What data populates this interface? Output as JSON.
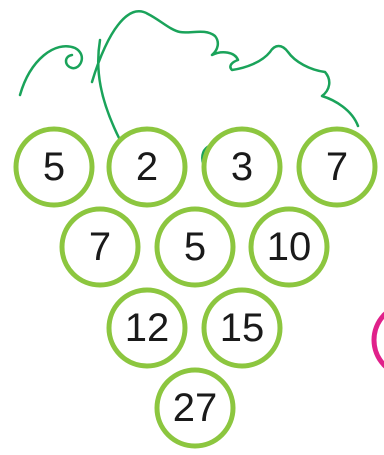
{
  "grapes": [
    {
      "id": "r1c1",
      "value": "5"
    },
    {
      "id": "r1c2",
      "value": "2"
    },
    {
      "id": "r1c3",
      "value": "3"
    },
    {
      "id": "r1c4",
      "value": "7"
    },
    {
      "id": "r2c1",
      "value": "7"
    },
    {
      "id": "r2c2",
      "value": "5"
    },
    {
      "id": "r2c3",
      "value": "10"
    },
    {
      "id": "r3c1",
      "value": "12"
    },
    {
      "id": "r3c2",
      "value": "15"
    },
    {
      "id": "r4c1",
      "value": "27"
    }
  ],
  "colors": {
    "grape_stroke": "#8cc63f",
    "vine": "#1aa35a",
    "side_circle": "#e0218a",
    "text": "#1a1a1a"
  }
}
